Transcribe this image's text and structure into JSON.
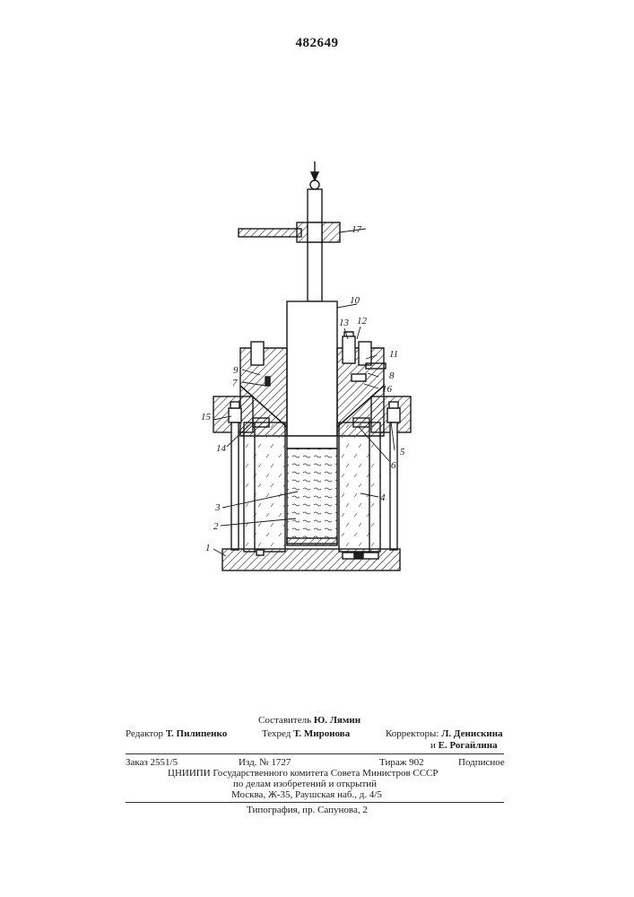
{
  "header": {
    "patent_number": "482649"
  },
  "figure": {
    "labels": [
      "17",
      "10",
      "13",
      "12",
      "11",
      "8",
      "16",
      "9",
      "7",
      "15",
      "14",
      "5",
      "6",
      "4",
      "3",
      "2",
      "1"
    ]
  },
  "colophon": {
    "compiler_label": "Составитель",
    "compiler_name": "Ю. Лямин",
    "editor_label": "Редактор",
    "editor_name": "Т. Пилипенко",
    "techred_label": "Техред",
    "techred_name": "Т. Миронова",
    "correctors_label": "Корректоры:",
    "corrector1": "Л. Денискина",
    "corrector2_prefix": "и",
    "corrector2": "Е. Рогайлина",
    "order": "Заказ 2551/5",
    "edition": "Изд. № 1727",
    "circulation": "Тираж 902",
    "subscription": "Подписное",
    "org_line1": "ЦНИИПИ Государственного комитета Совета Министров СССР",
    "org_line2": "по делам изобретений и открытий",
    "org_line3": "Москва, Ж-35, Раушская наб., д. 4/5",
    "printer": "Типография, пр. Сапунова, 2"
  }
}
